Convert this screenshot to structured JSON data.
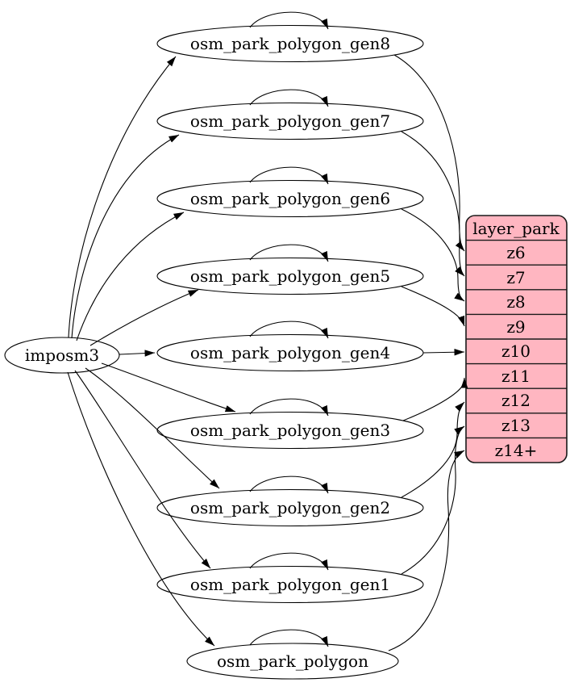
{
  "diagram": {
    "kind": "etl-mapping-graph",
    "source_node": {
      "label": "imposm3"
    },
    "table_nodes": [
      {
        "label": "osm_park_polygon_gen8",
        "maps_to": "z6"
      },
      {
        "label": "osm_park_polygon_gen7",
        "maps_to": "z7"
      },
      {
        "label": "osm_park_polygon_gen6",
        "maps_to": "z8"
      },
      {
        "label": "osm_park_polygon_gen5",
        "maps_to": "z9"
      },
      {
        "label": "osm_park_polygon_gen4",
        "maps_to": "z10"
      },
      {
        "label": "osm_park_polygon_gen3",
        "maps_to": "z11"
      },
      {
        "label": "osm_park_polygon_gen2",
        "maps_to": "z12"
      },
      {
        "label": "osm_park_polygon_gen1",
        "maps_to": "z13"
      },
      {
        "label": "osm_park_polygon",
        "maps_to": "z14+"
      }
    ],
    "layer_node": {
      "title": "layer_park",
      "rows": [
        "z6",
        "z7",
        "z8",
        "z9",
        "z10",
        "z11",
        "z12",
        "z13",
        "z14+"
      ]
    },
    "edges": {
      "from_source": [
        "imposm3 -> osm_park_polygon_gen8",
        "imposm3 -> osm_park_polygon_gen7",
        "imposm3 -> osm_park_polygon_gen6",
        "imposm3 -> osm_park_polygon_gen5",
        "imposm3 -> osm_park_polygon_gen4",
        "imposm3 -> osm_park_polygon_gen3",
        "imposm3 -> osm_park_polygon_gen2",
        "imposm3 -> osm_park_polygon_gen1",
        "imposm3 -> osm_park_polygon"
      ],
      "self_loops": [
        "osm_park_polygon_gen8",
        "osm_park_polygon_gen7",
        "osm_park_polygon_gen6",
        "osm_park_polygon_gen5",
        "osm_park_polygon_gen4",
        "osm_park_polygon_gen3",
        "osm_park_polygon_gen2",
        "osm_park_polygon_gen1",
        "osm_park_polygon"
      ],
      "to_layer_rows": [
        "osm_park_polygon_gen8 -> layer_park:z6",
        "osm_park_polygon_gen7 -> layer_park:z7",
        "osm_park_polygon_gen6 -> layer_park:z8",
        "osm_park_polygon_gen5 -> layer_park:z9",
        "osm_park_polygon_gen4 -> layer_park:z10",
        "osm_park_polygon_gen3 -> layer_park:z11",
        "osm_park_polygon_gen2 -> layer_park:z12",
        "osm_park_polygon_gen1 -> layer_park:z13",
        "osm_park_polygon -> layer_park:z14+"
      ]
    },
    "colors": {
      "background": "#ffffff",
      "table_fill": "#ffffff",
      "layer_fill": "#ffb6c1",
      "stroke": "#000000",
      "text": "#000000"
    }
  }
}
